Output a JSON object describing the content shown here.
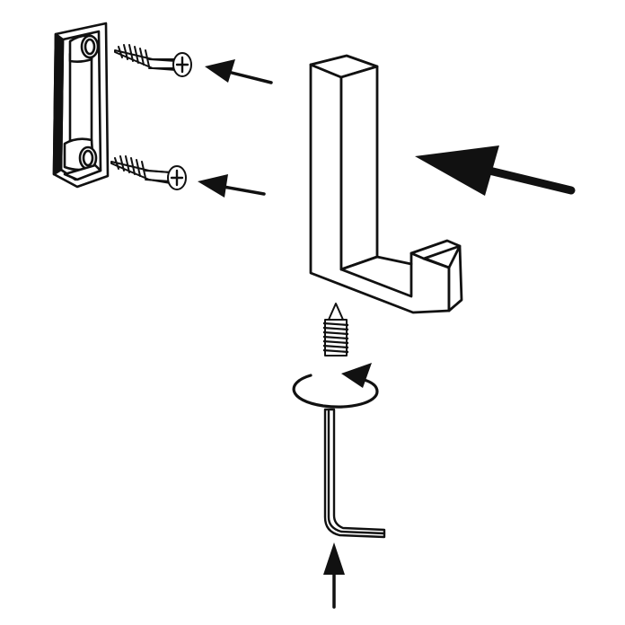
{
  "diagram": {
    "kind": "assembly-instructions",
    "colors": {
      "line": "#111111",
      "fill": "#ffffff",
      "background": "#ffffff"
    },
    "parts": [
      {
        "id": "wall-bracket",
        "icon": "mounting-bracket-icon"
      },
      {
        "id": "wood-screw-upper",
        "icon": "screw-icon"
      },
      {
        "id": "wood-screw-lower",
        "icon": "screw-icon"
      },
      {
        "id": "coat-hook",
        "icon": "hook-icon"
      },
      {
        "id": "set-screw",
        "icon": "grub-screw-icon"
      },
      {
        "id": "hex-key",
        "icon": "allen-key-icon"
      }
    ],
    "arrows": [
      "arrow-upper-screw",
      "arrow-lower-screw",
      "arrow-hook",
      "arrow-hex-key",
      "rotation-arrow"
    ]
  }
}
